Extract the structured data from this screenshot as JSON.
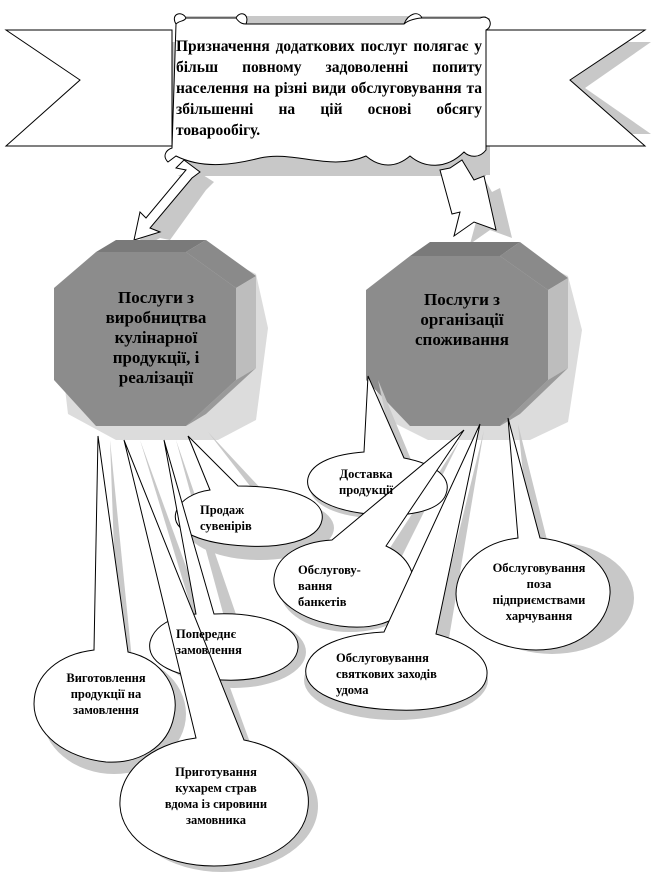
{
  "banner": {
    "text": "Призначення додаткових послуг полягає у більш повному задоволенні попиту населення на різні види обслуговування та збільшенні на цій основі обсягу товарообігу."
  },
  "left_node": {
    "title": "Послуги з виробництва кулінарної продукції, і реалізації"
  },
  "right_node": {
    "title": "Послуги з організації споживання"
  },
  "left_items": {
    "souvenirs": "Продаж сувенірів",
    "preorder": "Попереднє замовлення",
    "to_order": "Виготовлення продукції на замовлення",
    "chef": "Приготування кухарем страв вдома із сировини замовника"
  },
  "right_items": {
    "delivery": "Доставка продукції",
    "banquets": "Обслугову-вання банкетів",
    "home_events": "Обслуговування святкових заходів удома",
    "outside": "Обслуговування поза підприємствами харчування"
  }
}
